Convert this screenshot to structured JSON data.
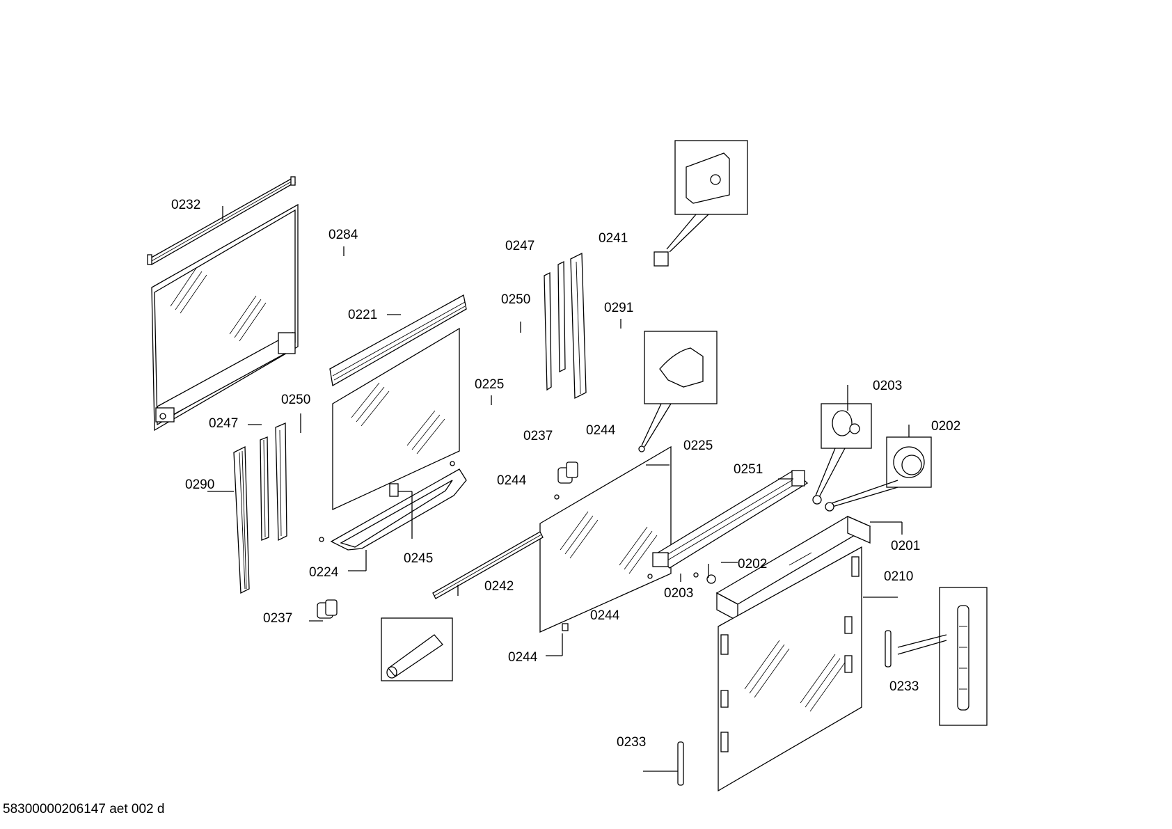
{
  "diagram": {
    "part_labels": {
      "p232": "0232",
      "p284": "0284",
      "p221": "0221",
      "p247_top": "0247",
      "p250_top": "0250",
      "p241": "0241",
      "p291": "0291",
      "p225_a": "0225",
      "p203_top": "0203",
      "p202_top": "0202",
      "p247_left": "0247",
      "p250_left": "0250",
      "p290": "0290",
      "p237_mid": "0237",
      "p244_a": "0244",
      "p225_b": "0225",
      "p244_b": "0244",
      "p251": "0251",
      "p201": "0201",
      "p202_mid": "0202",
      "p224": "0224",
      "p245": "0245",
      "p242": "0242",
      "p203_mid": "0203",
      "p210": "0210",
      "p244_c": "0244",
      "p237_low": "0237",
      "p244_d": "0244",
      "p233_right": "0233",
      "p233_bottom": "0233"
    },
    "document_id": "58300000206147 aet 002 d"
  }
}
